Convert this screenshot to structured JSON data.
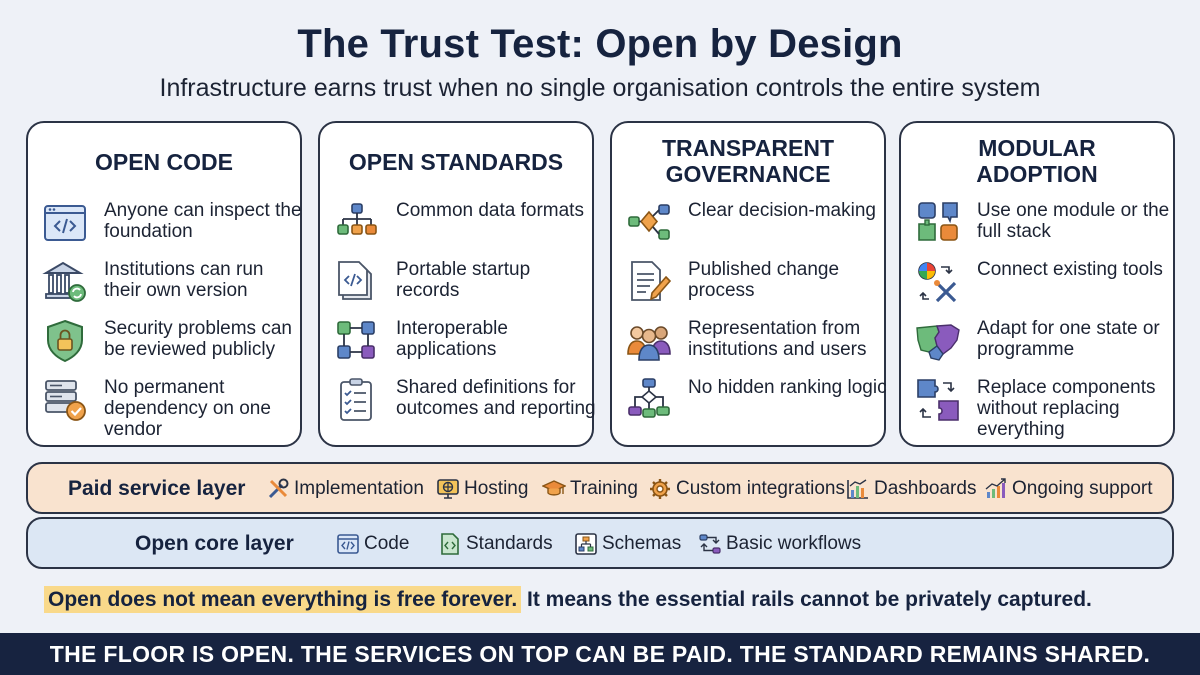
{
  "header": {
    "title": "The Trust Test: Open by Design",
    "subtitle": "Infrastructure earns trust when no single organisation controls the entire system"
  },
  "cards": [
    {
      "title": "OPEN CODE",
      "items": [
        {
          "text": "Anyone can inspect the foundation",
          "icon": "code-window-icon"
        },
        {
          "text": "Institutions can run their own version",
          "icon": "institution-icon"
        },
        {
          "text": "Security problems can be reviewed publicly",
          "icon": "shield-lock-icon"
        },
        {
          "text": "No permanent dependency on one vendor",
          "icon": "server-check-icon"
        }
      ]
    },
    {
      "title": "OPEN STANDARDS",
      "items": [
        {
          "text": "Common data formats",
          "icon": "hierarchy-icon"
        },
        {
          "text": "Portable startup records",
          "icon": "document-code-icon"
        },
        {
          "text": "Interoperable applications",
          "icon": "connected-blocks-icon"
        },
        {
          "text": "Shared definitions for outcomes and reporting",
          "icon": "checklist-icon"
        }
      ]
    },
    {
      "title_line1": "TRANSPARENT",
      "title_line2": "GOVERNANCE",
      "items": [
        {
          "text": "Clear decision-making",
          "icon": "decision-flow-icon"
        },
        {
          "text": "Published change process",
          "icon": "document-pen-icon"
        },
        {
          "text": "Representation from institutions and users",
          "icon": "people-group-icon"
        },
        {
          "text": "No hidden ranking logic",
          "icon": "flowchart-icon"
        }
      ]
    },
    {
      "title_line1": "MODULAR",
      "title_line2": "ADOPTION",
      "items": [
        {
          "text": "Use one module or the full stack",
          "icon": "modules-icon"
        },
        {
          "text": "Connect existing tools",
          "icon": "connect-tools-icon"
        },
        {
          "text": "Adapt for one state or programme",
          "icon": "map-icon"
        },
        {
          "text": "Replace components without replacing everything",
          "icon": "puzzle-swap-icon"
        }
      ]
    }
  ],
  "paid_layer": {
    "label": "Paid service layer",
    "items": [
      {
        "text": "Implementation",
        "icon": "tools-icon"
      },
      {
        "text": "Hosting",
        "icon": "hosting-icon"
      },
      {
        "text": "Training",
        "icon": "graduation-cap-icon"
      },
      {
        "text": "Custom integrations",
        "icon": "gear-icon"
      },
      {
        "text": "Dashboards",
        "icon": "bar-chart-icon"
      },
      {
        "text": "Ongoing support",
        "icon": "trend-chart-icon"
      }
    ]
  },
  "core_layer": {
    "label": "Open core layer",
    "items": [
      {
        "text": "Code",
        "icon": "code-window-icon"
      },
      {
        "text": "Standards",
        "icon": "document-code-icon"
      },
      {
        "text": "Schemas",
        "icon": "schema-icon"
      },
      {
        "text": "Basic workflows",
        "icon": "workflow-icon"
      }
    ]
  },
  "note": {
    "highlight": "Open does not mean everything is free forever.",
    "rest": "It means the essential rails cannot be privately captured."
  },
  "banner": "THE FLOOR IS OPEN. THE SERVICES ON TOP CAN BE PAID. THE STANDARD REMAINS SHARED.",
  "colors": {
    "background": "#eef1f7",
    "navy": "#172340",
    "paid_layer": "#f9e3cf",
    "core_layer": "#dce7f4",
    "highlight": "#f9d98a",
    "accent_blue": "#4f7fc9",
    "accent_green": "#58a96a",
    "accent_orange": "#ea8a3a",
    "accent_purple": "#8a5bbd"
  }
}
